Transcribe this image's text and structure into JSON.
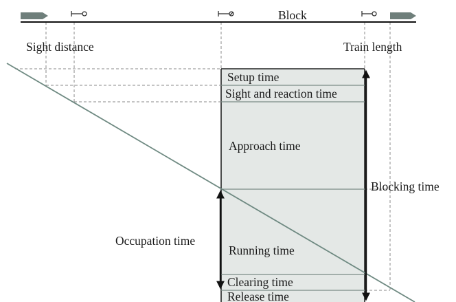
{
  "track": {
    "block_label": "Block",
    "sight_distance_label": "Sight distance",
    "train_length_label": "Train length"
  },
  "phases": {
    "setup": "Setup time",
    "sight_reaction": "Sight and reaction time",
    "approach": "Approach time",
    "running": "Running time",
    "clearing": "Clearing time",
    "release": "Release time"
  },
  "durations": {
    "blocking": "Blocking time",
    "occupation": "Occupation time"
  },
  "colors": {
    "block_fill": "#e4e8e6",
    "train_line": "#6f8a82",
    "arrow_marker": "#6f7f7b",
    "signal": "#333333"
  },
  "icons": {
    "train_direction_left": "arrow-right-icon",
    "train_direction_right": "arrow-right-icon",
    "signal": "signal-icon"
  }
}
